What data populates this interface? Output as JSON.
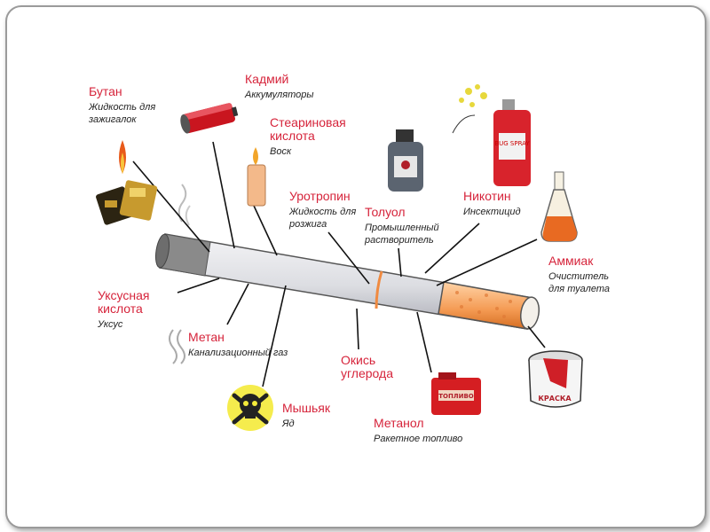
{
  "labels": {
    "butane": {
      "name": "Бутан",
      "desc": "Жидкость для зажигалок"
    },
    "cadmium": {
      "name": "Кадмий",
      "desc": "Аккумуляторы"
    },
    "stearic": {
      "name": "Стеариновая кислота",
      "desc": "Воск"
    },
    "urotropin": {
      "name": "Уротропин",
      "desc": "Жидкость для розжига"
    },
    "toluene": {
      "name": "Толуол",
      "desc": "Промышленный растворитель"
    },
    "nicotine": {
      "name": "Никотин",
      "desc": "Инсектицид"
    },
    "ammonia": {
      "name": "Аммиак",
      "desc": "Очиститель для туалета"
    },
    "acetic": {
      "name": "Уксусная кислота",
      "desc": "Уксус"
    },
    "methane": {
      "name": "Метан",
      "desc": "Канализационный газ"
    },
    "arsenic": {
      "name": "Мышьяк",
      "desc": "Яд"
    },
    "co": {
      "name": "Окись углерода",
      "desc": ""
    },
    "methanol": {
      "name": "Метанол",
      "desc": "Ракетное топливо"
    }
  },
  "object_texts": {
    "bug_spray": "BUG SPRAY",
    "fuel_can": "ТОПЛИВО",
    "paint_can": "КРАСКА"
  }
}
